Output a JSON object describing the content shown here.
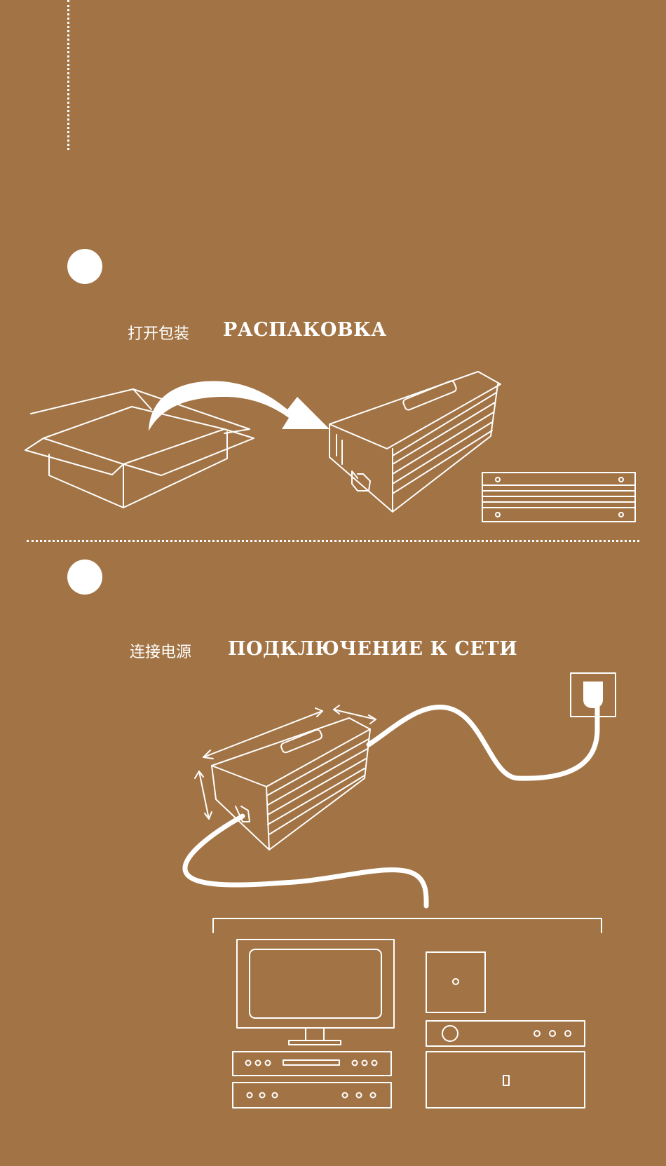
{
  "steps": [
    {
      "title_cn": "打开包装",
      "title_ru": "РАСПАКОВКА"
    },
    {
      "title_cn": "连接电源",
      "title_ru": "ПОДКЛЮЧЕНИЕ К СЕТИ"
    }
  ],
  "colors": {
    "background": "#A27344",
    "foreground": "#FFFFFF"
  },
  "icons": [
    "open-box-icon",
    "arrow-icon",
    "device-box-icon",
    "mounting-panel-icon",
    "power-plug-icon",
    "wall-socket-icon",
    "monitor-icon",
    "audio-equipment-icon"
  ]
}
